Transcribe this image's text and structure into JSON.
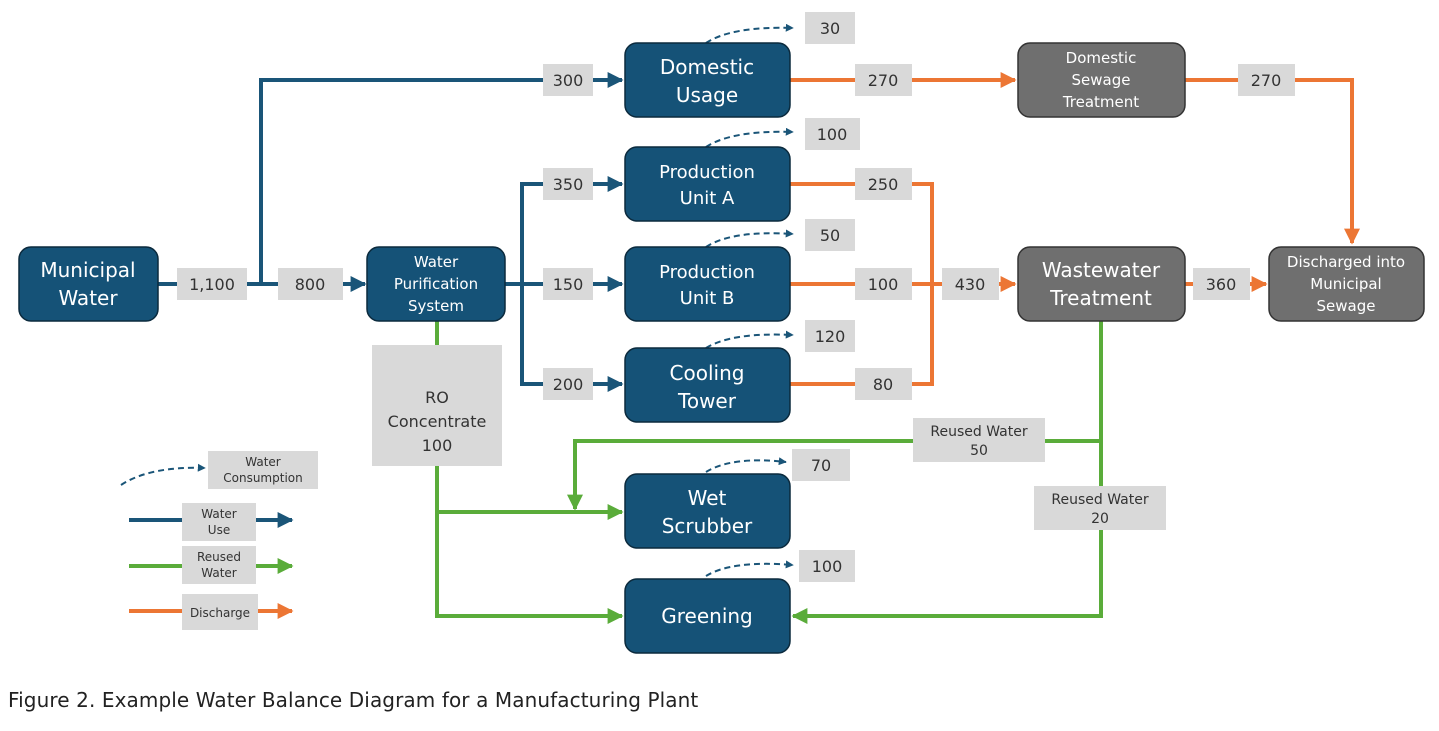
{
  "colors": {
    "water_use": "#1a5578",
    "reused": "#5aac3a",
    "discharge": "#ec7634",
    "node_blue": "#155277",
    "node_gray": "#6f6f6f",
    "label_bg": "#d9d9d9"
  },
  "nodes": {
    "municipal_water": [
      "Municipal",
      "Water"
    ],
    "water_purification": [
      "Water",
      "Purification",
      "System"
    ],
    "domestic_usage": [
      "Domestic",
      "Usage"
    ],
    "production_a": [
      "Production",
      "Unit A"
    ],
    "production_b": [
      "Production",
      "Unit B"
    ],
    "cooling_tower": [
      "Cooling",
      "Tower"
    ],
    "wet_scrubber": [
      "Wet",
      "Scrubber"
    ],
    "greening": [
      "Greening"
    ],
    "domestic_sewage": [
      "Domestic",
      "Sewage",
      "Treatment"
    ],
    "wastewater_treatment": [
      "Wastewater",
      "Treatment"
    ],
    "discharged": [
      "Discharged into",
      "Municipal",
      "Sewage"
    ]
  },
  "flows": {
    "municipal_total": "1,100",
    "to_domestic": "300",
    "to_purification": "800",
    "to_prod_a": "350",
    "to_prod_b": "150",
    "to_cooling": "200",
    "domestic_consumption": "30",
    "prod_a_consumption": "100",
    "prod_b_consumption": "50",
    "cooling_consumption": "120",
    "scrubber_consumption": "70",
    "greening_consumption": "100",
    "domestic_discharge": "270",
    "sewage_discharge": "270",
    "prod_a_discharge": "250",
    "prod_b_discharge": "100",
    "cooling_discharge": "80",
    "to_wastewater": "430",
    "wastewater_discharge": "360",
    "ro_concentrate": [
      "RO",
      "Concentrate",
      "100"
    ],
    "reused_scrubber": [
      "Reused Water",
      "50"
    ],
    "reused_greening": [
      "Reused Water",
      "20"
    ]
  },
  "legend": {
    "consumption": [
      "Water",
      "Consumption"
    ],
    "water_use": [
      "Water",
      "Use"
    ],
    "reused": [
      "Reused",
      "Water"
    ],
    "discharge": [
      "Discharge"
    ]
  },
  "caption": "Figure 2. Example Water Balance Diagram for a Manufacturing Plant"
}
